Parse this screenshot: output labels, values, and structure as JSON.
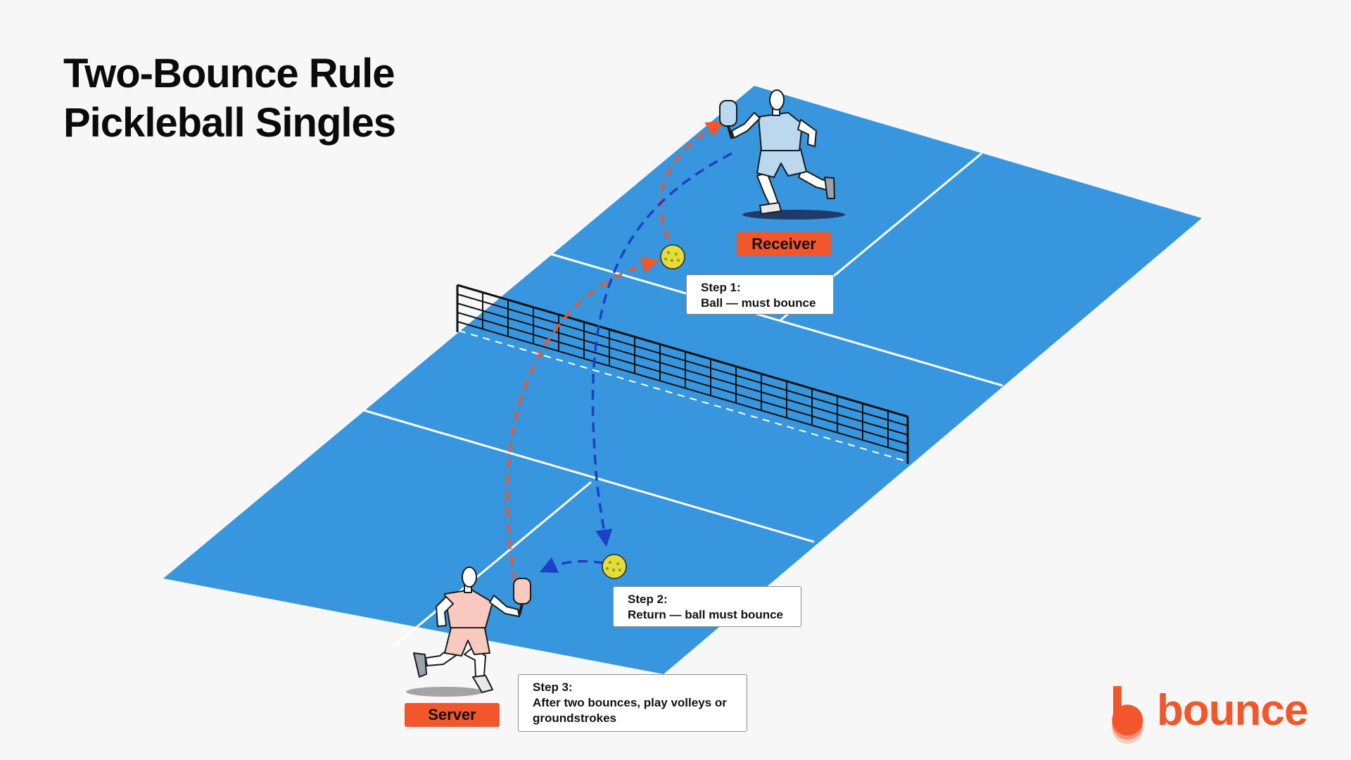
{
  "title": {
    "line1": "Two-Bounce Rule",
    "line2": "Pickleball Singles"
  },
  "players": {
    "receiver_label": "Receiver",
    "server_label": "Server"
  },
  "steps": [
    {
      "title": "Step 1:",
      "text": "Ball — must bounce"
    },
    {
      "title": "Step 2:",
      "text": "Return — ball must bounce"
    },
    {
      "title": "Step 3:",
      "text": "After two bounces, play volleys or groundstrokes"
    }
  ],
  "brand": {
    "name": "bounce",
    "icon": "bounce-logo-icon"
  },
  "colors": {
    "background": "#f7f7f7",
    "court": "#3796dd",
    "court_lines": "#ffffff",
    "serve_path": "#f2562b",
    "return_path": "#1f3fc9",
    "ball": "#e3dc3b",
    "brand": "#f2562b",
    "receiver_shirt": "#bcd8ee",
    "server_shirt": "#f9c9c0"
  }
}
